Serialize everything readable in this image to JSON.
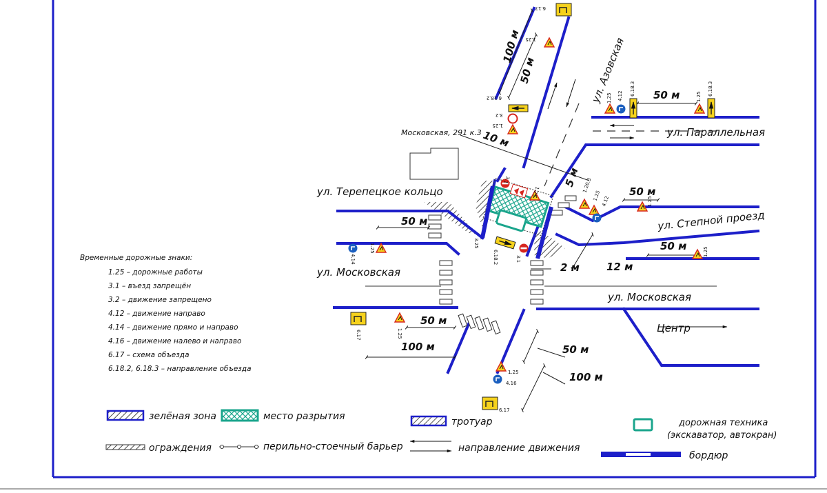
{
  "streets": {
    "azovskaya": "ул. Азовская",
    "parallelnaya": "ул. Параллельная",
    "terepetskoe": "ул. Терепецкое кольцо",
    "stepnoy": "ул. Степной проезд",
    "moskovskaya_left": "ул. Московская",
    "moskovskaya_right": "ул. Московская",
    "address": "Московская, 291 к.3",
    "center": "Центр"
  },
  "dimensions": {
    "d100_top": "100 м",
    "d50_top": "50 м",
    "d10": "10 м",
    "d5": "5 м",
    "d50_right_top": "50 м",
    "d50_stepnoy": "50 м",
    "d50_right_low": "50 м",
    "d12": "12 м",
    "d2": "2 м",
    "d50_left": "50 м",
    "d50_left_low": "50 м",
    "d100_left": "100 м",
    "d50_bottom": "50 м",
    "d100_bottom": "100 м"
  },
  "sign_codes": {
    "s1": "1.25",
    "s2": "6.17",
    "s3": "6.18.2",
    "s4": "3.2",
    "s5": "1.25",
    "s6": "4.12",
    "s7": "6.18.3",
    "s8": "1.25",
    "s9": "6.18.3",
    "s10": "3.1",
    "s11": "1.25",
    "s12": "1.20.3",
    "s13": "1.25",
    "s14": "4.12",
    "s15": "1.25",
    "s16": "1.25",
    "s17": "3.25",
    "s18": "6.18.2",
    "s19": "3.1",
    "s20": "4.14",
    "s21": "1.25",
    "s22": "6.17",
    "s23": "1.25",
    "s24": "1.25",
    "s25": "4.16",
    "s26": "6.17",
    "s27": "1.25"
  },
  "legend_signs": {
    "title": "Временные дорожные знаки:",
    "items": [
      "1.25 – дорожные работы",
      "3.1 – въезд запрещён",
      "3.2 – движение запрещено",
      "4.12 – движение направо",
      "4.14 – движение прямо и направо",
      "4.16 – движение налево и направо",
      "6.17 – схема объезда",
      "6.18.2, 6.18.3 – направление объезда"
    ]
  },
  "legend": {
    "green_zone": "зелёная зона",
    "dig_site": "место разрытия",
    "sidewalk": "тротуар",
    "equipment_1": "дорожная техника",
    "equipment_2": "(экскаватор, автокран)",
    "fence": "ограждения",
    "barrier": "перильно-стоечный барьер",
    "direction": "направление движения",
    "curb": "бордюр"
  },
  "colors": {
    "road": "#1d1fc9",
    "dig": "#1aa58c",
    "sign_yellow": "#f6d21c",
    "sign_blue": "#1b5fbf",
    "sign_red": "#d7261e"
  }
}
